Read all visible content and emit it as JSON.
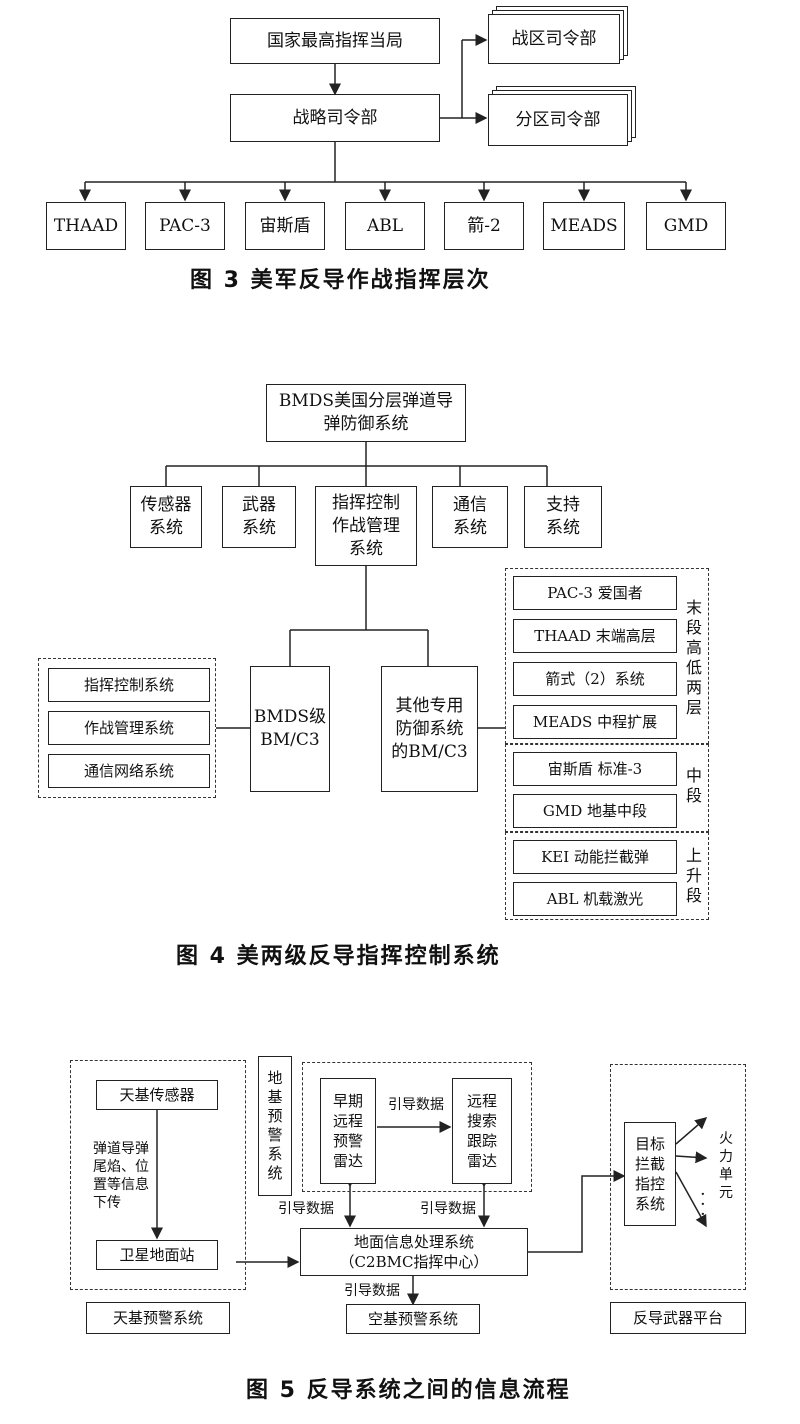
{
  "fig3": {
    "caption": "图 3   美军反导作战指挥层次",
    "nca": "国家最高指挥当局",
    "strategic": "战略司令部",
    "theater": "战区司令部",
    "sub": "分区司令部",
    "systems": [
      "THAAD",
      "PAC-3",
      "宙斯盾",
      "ABL",
      "箭-2",
      "MEADS",
      "GMD"
    ]
  },
  "fig4": {
    "caption": "图 4   美两级反导指挥控制系统",
    "bmds": "BMDS美国分层弹道导\n弹防御系统",
    "children": {
      "sensor": "传感器\n系统",
      "weapon": "武器\n系统",
      "c2bm": "指挥控制\n作战管理\n系统",
      "comm": "通信\n系统",
      "support": "支持\n系统"
    },
    "bmds_bmc3": "BMDS级\nBM/C3",
    "other_bmc3": "其他专用\n防御系统\n的BM/C3",
    "left_items": [
      "指挥控制系统",
      "作战管理系统",
      "通信网络系统"
    ],
    "terminal_items": [
      "PAC-3 爱国者",
      "THAAD 末端高层",
      "箭式（2）系统",
      "MEADS 中程扩展"
    ],
    "terminal_label": "末段高低两层",
    "mid_items": [
      "宙斯盾 标准-3",
      "GMD 地基中段"
    ],
    "mid_label": "中段",
    "boost_items": [
      "KEI 动能拦截弹",
      "ABL 机载激光"
    ],
    "boost_label": "上升段"
  },
  "fig5": {
    "caption": "图 5   反导系统之间的信息流程",
    "space_sensor": "天基传感器",
    "downlink_note": "弹道导弹\n尾焰、位\n置等信息\n下传",
    "ground_station": "卫星地面站",
    "space_system": "天基预警系统",
    "ground_warning": "地基预警系统",
    "early_radar": "早期\n远程\n预警\n雷达",
    "cue_mid": "引导数据",
    "remote_radar": "远程\n搜索\n跟踪\n雷达",
    "cue_left": "引导数据",
    "cue_right": "引导数据",
    "ground_center": "地面信息处理系统\n（C2BMC指挥中心）",
    "cue_bottom": "引导数据",
    "air_system": "空基预警系统",
    "target_cmd": "目标\n拦截\n指控\n系统",
    "fire_units": "火力单元",
    "weapon_platform": "反导武器平台"
  }
}
